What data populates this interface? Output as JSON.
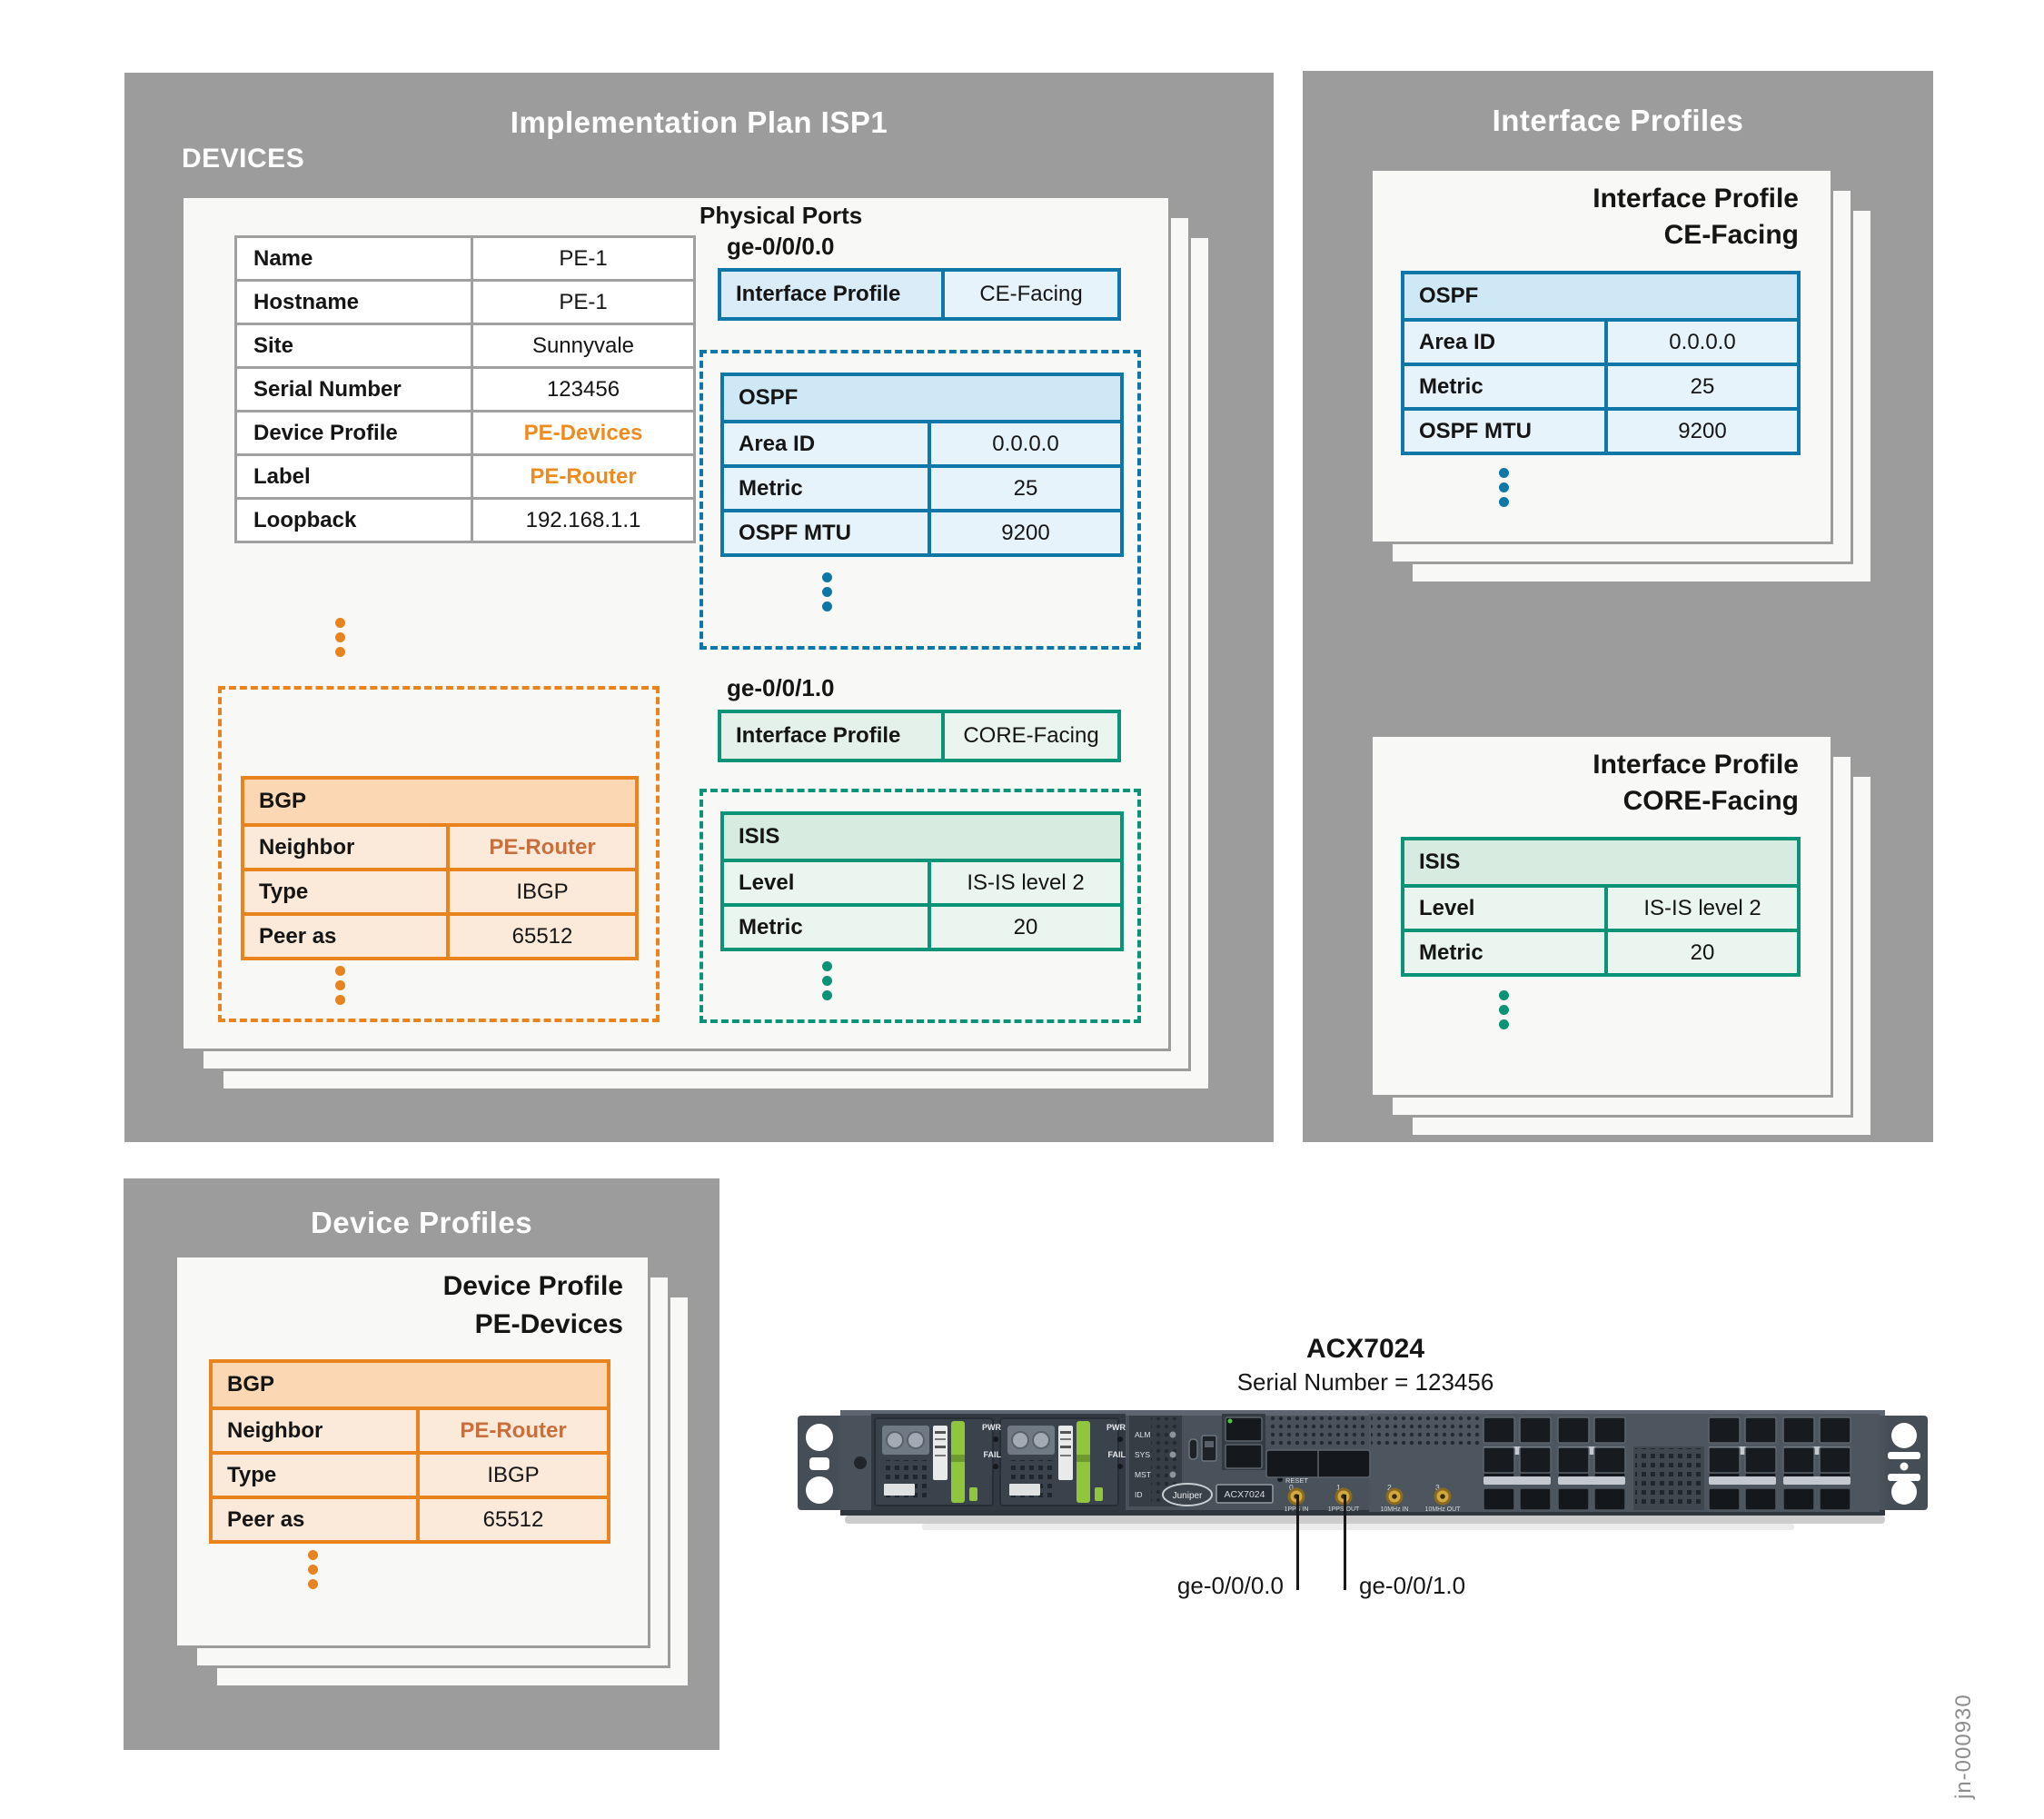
{
  "colors": {
    "panel_gray": "#9c9c9c",
    "card_bg": "#f8f8f7",
    "blue_accent": "#0e77a8",
    "green_accent": "#0b9377",
    "orange_accent": "#e8831d",
    "orange_text": "#ef8b1d",
    "orange_muted_text": "#c76f3d"
  },
  "implementation_plan": {
    "title": "Implementation Plan ISP1",
    "section": "DEVICES",
    "device_table": {
      "rows": [
        {
          "label": "Name",
          "value": "PE-1"
        },
        {
          "label": "Hostname",
          "value": "PE-1"
        },
        {
          "label": "Site",
          "value": "Sunnyvale"
        },
        {
          "label": "Serial Number",
          "value": "123456"
        },
        {
          "label": "Device Profile",
          "value": "PE-Devices"
        },
        {
          "label": "Label",
          "value": "PE-Router"
        },
        {
          "label": "Loopback",
          "value": "192.168.1.1"
        }
      ]
    },
    "bgp_table": {
      "header": "BGP",
      "rows": [
        {
          "label": "Neighbor",
          "value": "PE-Router"
        },
        {
          "label": "Type",
          "value": "IBGP"
        },
        {
          "label": "Peer as",
          "value": "65512"
        }
      ]
    },
    "physical_ports": {
      "heading": "Physical Ports",
      "port1": {
        "name": "ge-0/0/0.0",
        "profile_label": "Interface Profile",
        "profile_value": "CE-Facing",
        "table": {
          "header": "OSPF",
          "rows": [
            {
              "label": "Area ID",
              "value": "0.0.0.0"
            },
            {
              "label": "Metric",
              "value": "25"
            },
            {
              "label": "OSPF MTU",
              "value": "9200"
            }
          ]
        }
      },
      "port2": {
        "name": "ge-0/0/1.0",
        "profile_label": "Interface Profile",
        "profile_value": "CORE-Facing",
        "table": {
          "header": "ISIS",
          "rows": [
            {
              "label": "Level",
              "value": "IS-IS level 2"
            },
            {
              "label": "Metric",
              "value": "20"
            }
          ]
        }
      }
    }
  },
  "interface_profiles": {
    "title": "Interface Profiles",
    "ce_card": {
      "title_line1": "Interface Profile",
      "title_line2": "CE-Facing",
      "table": {
        "header": "OSPF",
        "rows": [
          {
            "label": "Area ID",
            "value": "0.0.0.0"
          },
          {
            "label": "Metric",
            "value": "25"
          },
          {
            "label": "OSPF MTU",
            "value": "9200"
          }
        ]
      }
    },
    "core_card": {
      "title_line1": "Interface Profile",
      "title_line2": "CORE-Facing",
      "table": {
        "header": "ISIS",
        "rows": [
          {
            "label": "Level",
            "value": "IS-IS level 2"
          },
          {
            "label": "Metric",
            "value": "20"
          }
        ]
      }
    }
  },
  "device_profiles": {
    "title": "Device Profiles",
    "card": {
      "title_line1": "Device Profile",
      "title_line2": "PE-Devices",
      "table": {
        "header": "BGP",
        "rows": [
          {
            "label": "Neighbor",
            "value": "PE-Router"
          },
          {
            "label": "Type",
            "value": "IBGP"
          },
          {
            "label": "Peer as",
            "value": "65512"
          }
        ]
      }
    }
  },
  "router": {
    "model": "ACX7024",
    "serial_line": "Serial Number = 123456",
    "brand": "Juniper",
    "badge": "ACX7024",
    "pwr_label": "PWR",
    "fail_label": "FAIL",
    "led_labels": [
      "ALM",
      "SYS",
      "MST",
      "ID"
    ],
    "reset_label": "RESET",
    "port_numbers": [
      "0",
      "1",
      "2",
      "3"
    ],
    "connector_labels": [
      "1PPS IN",
      "1PPS OUT",
      "10MHz IN",
      "10MHz OUT"
    ],
    "port_callouts": [
      {
        "label": "ge-0/0/0.0"
      },
      {
        "label": "ge-0/0/1.0"
      }
    ]
  },
  "figure_id": "jn-000930"
}
